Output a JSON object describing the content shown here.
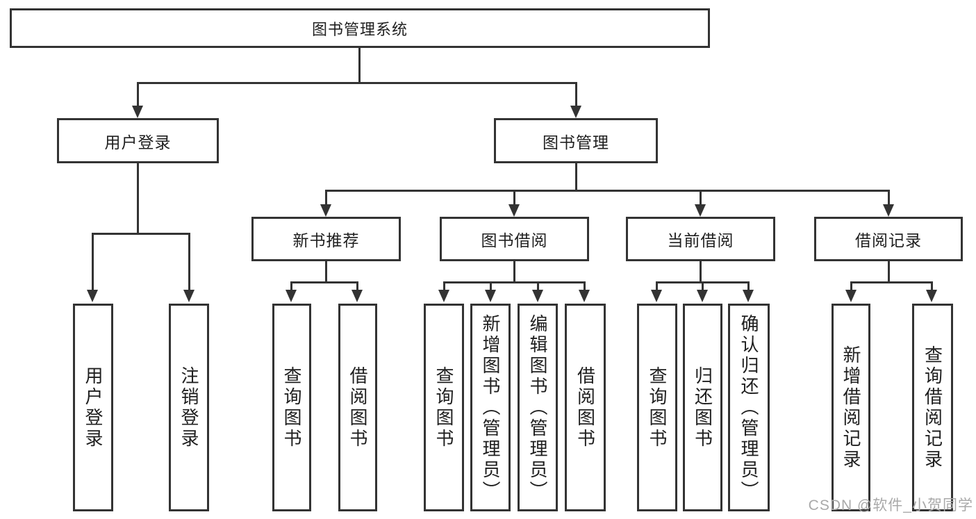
{
  "diagram": {
    "title": "图书管理系统",
    "type": "hierarchy-tree",
    "colors": {
      "line": "#333333",
      "border": "#333333",
      "text": "#1f1f1f",
      "background": "#ffffff",
      "watermark": "#a9a9a9"
    },
    "tree": {
      "label": "图书管理系统",
      "children": [
        {
          "label": "用户登录",
          "children": [
            {
              "label": "用户登录"
            },
            {
              "label": "注销登录"
            }
          ]
        },
        {
          "label": "图书管理",
          "children": [
            {
              "label": "新书推荐",
              "children": [
                {
                  "label": "查询图书"
                },
                {
                  "label": "借阅图书"
                }
              ]
            },
            {
              "label": "图书借阅",
              "children": [
                {
                  "label": "查询图书"
                },
                {
                  "label": "新增图书（管理员）"
                },
                {
                  "label": "编辑图书（管理员）"
                },
                {
                  "label": "借阅图书"
                }
              ]
            },
            {
              "label": "当前借阅",
              "children": [
                {
                  "label": "查询图书"
                },
                {
                  "label": "归还图书"
                },
                {
                  "label": "确认归还（管理员）"
                }
              ]
            },
            {
              "label": "借阅记录",
              "children": [
                {
                  "label": "新增借阅记录"
                },
                {
                  "label": "查询借阅记录"
                }
              ]
            }
          ]
        }
      ]
    },
    "watermark": {
      "text": "CSDN @软件_小贺同学"
    }
  }
}
